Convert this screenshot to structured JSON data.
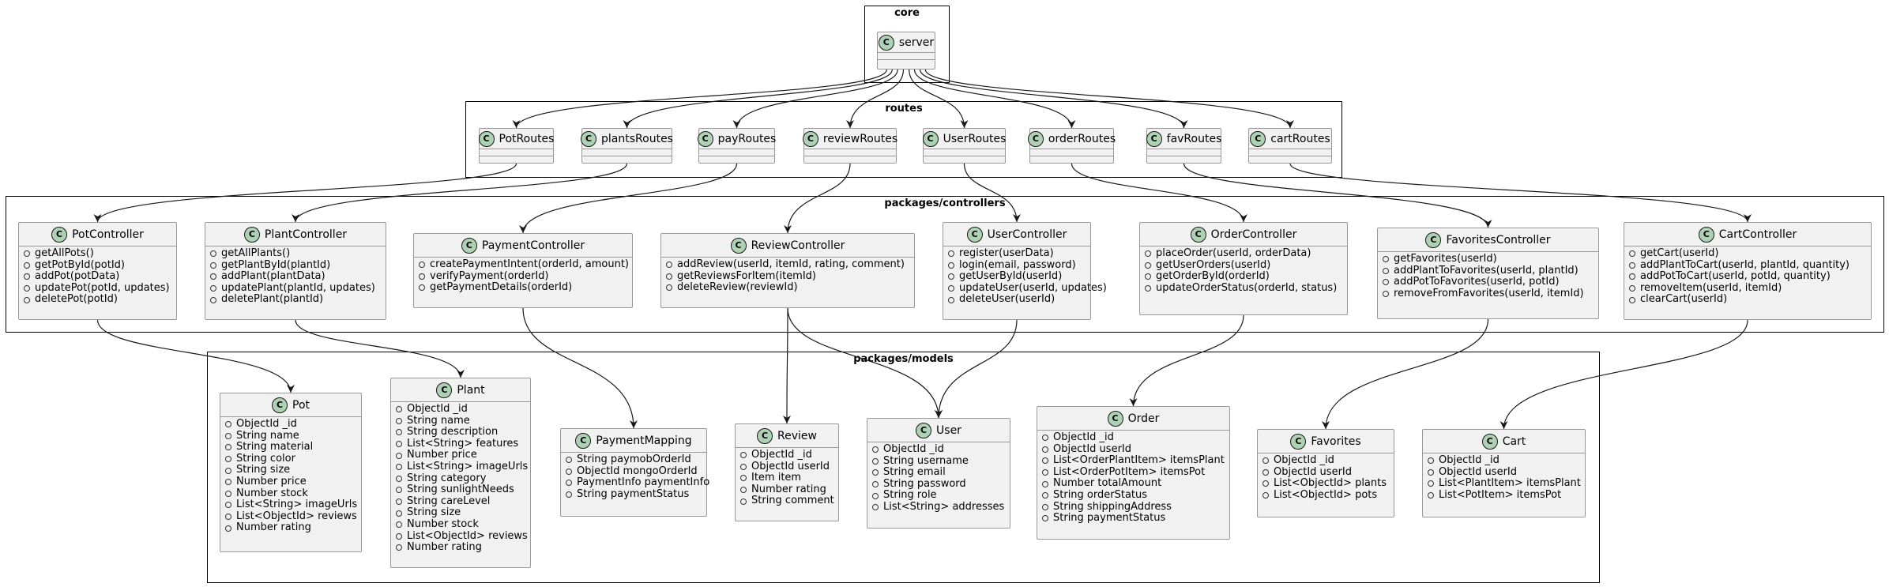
{
  "packages": {
    "core": "core",
    "routes": "routes",
    "controllers": "packages/controllers",
    "models": "packages/models"
  },
  "badge_letter": "C",
  "colors": {
    "badge": "#add1b2",
    "class_fill": "#f1f1f1",
    "class_border": "#9a9a9a",
    "edge": "#181818"
  },
  "core": {
    "server": "server"
  },
  "routes": [
    "PotRoutes",
    "plantsRoutes",
    "payRoutes",
    "reviewRoutes",
    "UserRoutes",
    "orderRoutes",
    "favRoutes",
    "cartRoutes"
  ],
  "controllers": [
    {
      "name": "PotController",
      "methods": [
        "getAllPots()",
        "getPotById(potId)",
        "addPot(potData)",
        "updatePot(potId, updates)",
        "deletePot(potId)"
      ]
    },
    {
      "name": "PlantController",
      "methods": [
        "getAllPlants()",
        "getPlantById(plantId)",
        "addPlant(plantData)",
        "updatePlant(plantId, updates)",
        "deletePlant(plantId)"
      ]
    },
    {
      "name": "PaymentController",
      "methods": [
        "createPaymentIntent(orderId, amount)",
        "verifyPayment(orderId)",
        "getPaymentDetails(orderId)"
      ]
    },
    {
      "name": "ReviewController",
      "methods": [
        "addReview(userId, itemId, rating, comment)",
        "getReviewsForItem(itemId)",
        "deleteReview(reviewId)"
      ]
    },
    {
      "name": "UserController",
      "methods": [
        "register(userData)",
        "login(email, password)",
        "getUserById(userId)",
        "updateUser(userId, updates)",
        "deleteUser(userId)"
      ]
    },
    {
      "name": "OrderController",
      "methods": [
        "placeOrder(userId, orderData)",
        "getUserOrders(userId)",
        "getOrderById(orderId)",
        "updateOrderStatus(orderId, status)"
      ]
    },
    {
      "name": "FavoritesController",
      "methods": [
        "getFavorites(userId)",
        "addPlantToFavorites(userId, plantId)",
        "addPotToFavorites(userId, potId)",
        "removeFromFavorites(userId, itemId)"
      ]
    },
    {
      "name": "CartController",
      "methods": [
        "getCart(userId)",
        "addPlantToCart(userId, plantId, quantity)",
        "addPotToCart(userId, potId, quantity)",
        "removeItem(userId, itemId)",
        "clearCart(userId)"
      ]
    }
  ],
  "models": [
    {
      "name": "Pot",
      "fields": [
        "ObjectId _id",
        "String name",
        "String material",
        "String color",
        "String size",
        "Number price",
        "Number stock",
        "List<String> imageUrls",
        "List<ObjectId> reviews",
        "Number rating"
      ]
    },
    {
      "name": "Plant",
      "fields": [
        "ObjectId _id",
        "String name",
        "String description",
        "List<String> features",
        "Number price",
        "List<String> imageUrls",
        "String category",
        "String sunlightNeeds",
        "String careLevel",
        "String size",
        "Number stock",
        "List<ObjectId> reviews",
        "Number rating"
      ]
    },
    {
      "name": "PaymentMapping",
      "fields": [
        "String paymobOrderId",
        "ObjectId mongoOrderId",
        "PaymentInfo paymentInfo",
        "String paymentStatus"
      ]
    },
    {
      "name": "Review",
      "fields": [
        "ObjectId _id",
        "ObjectId userId",
        "Item item",
        "Number rating",
        "String comment"
      ]
    },
    {
      "name": "User",
      "fields": [
        "ObjectId _id",
        "String username",
        "String email",
        "String password",
        "String role",
        "List<String> addresses"
      ]
    },
    {
      "name": "Order",
      "fields": [
        "ObjectId _id",
        "ObjectId userId",
        "List<OrderPlantItem> itemsPlant",
        "List<OrderPotItem> itemsPot",
        "Number totalAmount",
        "String orderStatus",
        "String shippingAddress",
        "String paymentStatus"
      ]
    },
    {
      "name": "Favorites",
      "fields": [
        "ObjectId _id",
        "ObjectId userId",
        "List<ObjectId> plants",
        "List<ObjectId> pots"
      ]
    },
    {
      "name": "Cart",
      "fields": [
        "ObjectId _id",
        "ObjectId userId",
        "List<PlantItem> itemsPlant",
        "List<PotItem> itemsPot"
      ]
    }
  ],
  "edges": [
    [
      "server",
      "PotRoutes"
    ],
    [
      "server",
      "plantsRoutes"
    ],
    [
      "server",
      "payRoutes"
    ],
    [
      "server",
      "reviewRoutes"
    ],
    [
      "server",
      "UserRoutes"
    ],
    [
      "server",
      "orderRoutes"
    ],
    [
      "server",
      "favRoutes"
    ],
    [
      "server",
      "cartRoutes"
    ],
    [
      "PotRoutes",
      "PotController"
    ],
    [
      "plantsRoutes",
      "PlantController"
    ],
    [
      "payRoutes",
      "PaymentController"
    ],
    [
      "reviewRoutes",
      "ReviewController"
    ],
    [
      "UserRoutes",
      "UserController"
    ],
    [
      "orderRoutes",
      "OrderController"
    ],
    [
      "favRoutes",
      "FavoritesController"
    ],
    [
      "cartRoutes",
      "CartController"
    ],
    [
      "PotController",
      "Pot"
    ],
    [
      "PlantController",
      "Plant"
    ],
    [
      "PaymentController",
      "PaymentMapping"
    ],
    [
      "ReviewController",
      "Review"
    ],
    [
      "ReviewController",
      "User"
    ],
    [
      "UserController",
      "User"
    ],
    [
      "OrderController",
      "Order"
    ],
    [
      "FavoritesController",
      "Favorites"
    ],
    [
      "CartController",
      "Cart"
    ]
  ]
}
